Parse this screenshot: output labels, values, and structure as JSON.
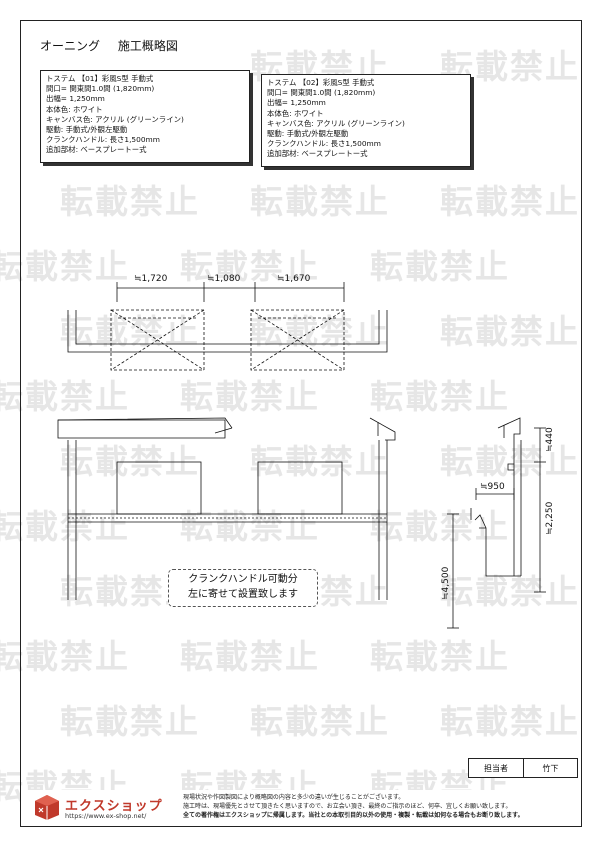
{
  "title": {
    "main": "オーニング",
    "sub": "施工概略図"
  },
  "watermark": "転載禁止",
  "spec_01": {
    "lines": [
      "トステム 【01】彩風S型 手動式",
      "間口= 関東間1.0間 (1,820mm)",
      "出幅= 1,250mm",
      "本体色: ホワイト",
      "キャンバス色: アクリル (グリーンライン)",
      "駆動: 手動式/外観左駆動",
      "クランクハンドル: 長さ1,500mm",
      "追加部材: ベースプレートー式"
    ]
  },
  "spec_02": {
    "lines": [
      "トステム 【02】彩風S型 手動式",
      "間口= 関東間1.0間 (1,820mm)",
      "出幅= 1,250mm",
      "本体色: ホワイト",
      "キャンバス色: アクリル (グリーンライン)",
      "駆動: 手動式/外観左駆動",
      "クランクハンドル: 長さ1,500mm",
      "追加部材: ベースプレートー式"
    ]
  },
  "plan_dims": {
    "left": "≒1,720",
    "mid": "≒1,080",
    "right": "≒1,670"
  },
  "section_dims": {
    "top": "≒440",
    "height": "≒2,250",
    "width": "≒950",
    "total": "≒4,500"
  },
  "note": {
    "line1": "クランクハンドル可動分",
    "line2": "左に寄せて設置致します"
  },
  "signbox": {
    "label": "担当者",
    "value": "竹下"
  },
  "footer": {
    "logo_text": "エクスショップ",
    "logo_url": "https://www.ex-shop.net/",
    "disclaimer": [
      "現場状況や作図製図により概略図の内容と多少の違いが生じることがございます。",
      "施工時は、現場優先とさせて頂きたく思いますので、お立会い頂き、最終のご指示のほど、何卒、宜しくお願い致します。",
      "全ての著作権はエクスショップに帰属します。当社との本取引目的以外の使用・複製・転載は如何なる場合もお断り致します。"
    ]
  },
  "colors": {
    "logo": "#c0392b",
    "watermark": "#e6e6e6"
  }
}
